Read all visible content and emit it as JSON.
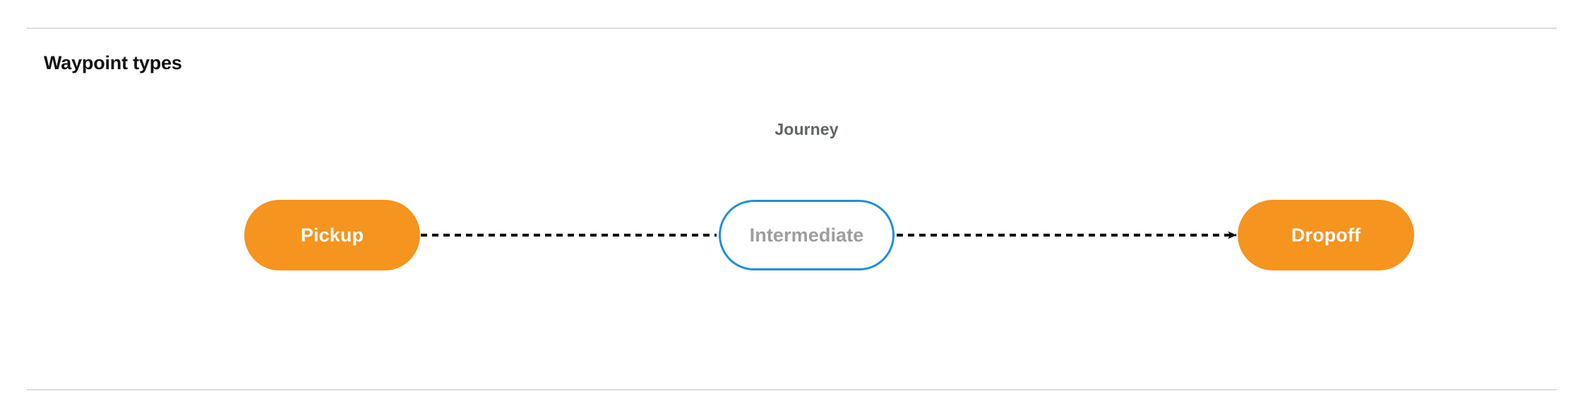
{
  "page": {
    "title": "Waypoint types",
    "background_color": "#ffffff"
  },
  "dividers": {
    "color": "#dcdcdc",
    "top_label": "section-divider-top",
    "bottom_label": "section-divider-bottom"
  },
  "diagram": {
    "cluster_label": "Journey",
    "cluster_label_color": "#5f6368",
    "edge_color": "#000000",
    "edge_style": "dashed",
    "nodes": [
      {
        "id": "pickup",
        "label": "Pickup",
        "fill": "#F5941E",
        "text_color": "#ffffff",
        "border_color": "none",
        "shape": "pill"
      },
      {
        "id": "intermediate",
        "label": "Intermediate",
        "fill": "#ffffff",
        "text_color": "#9e9e9e",
        "border_color": "#1F8FDB",
        "shape": "pill"
      },
      {
        "id": "dropoff",
        "label": "Dropoff",
        "fill": "#F5941E",
        "text_color": "#ffffff",
        "border_color": "none",
        "shape": "pill"
      }
    ],
    "edges": [
      {
        "from": "pickup",
        "to": "intermediate",
        "arrowhead": false
      },
      {
        "from": "intermediate",
        "to": "dropoff",
        "arrowhead": true
      }
    ]
  }
}
